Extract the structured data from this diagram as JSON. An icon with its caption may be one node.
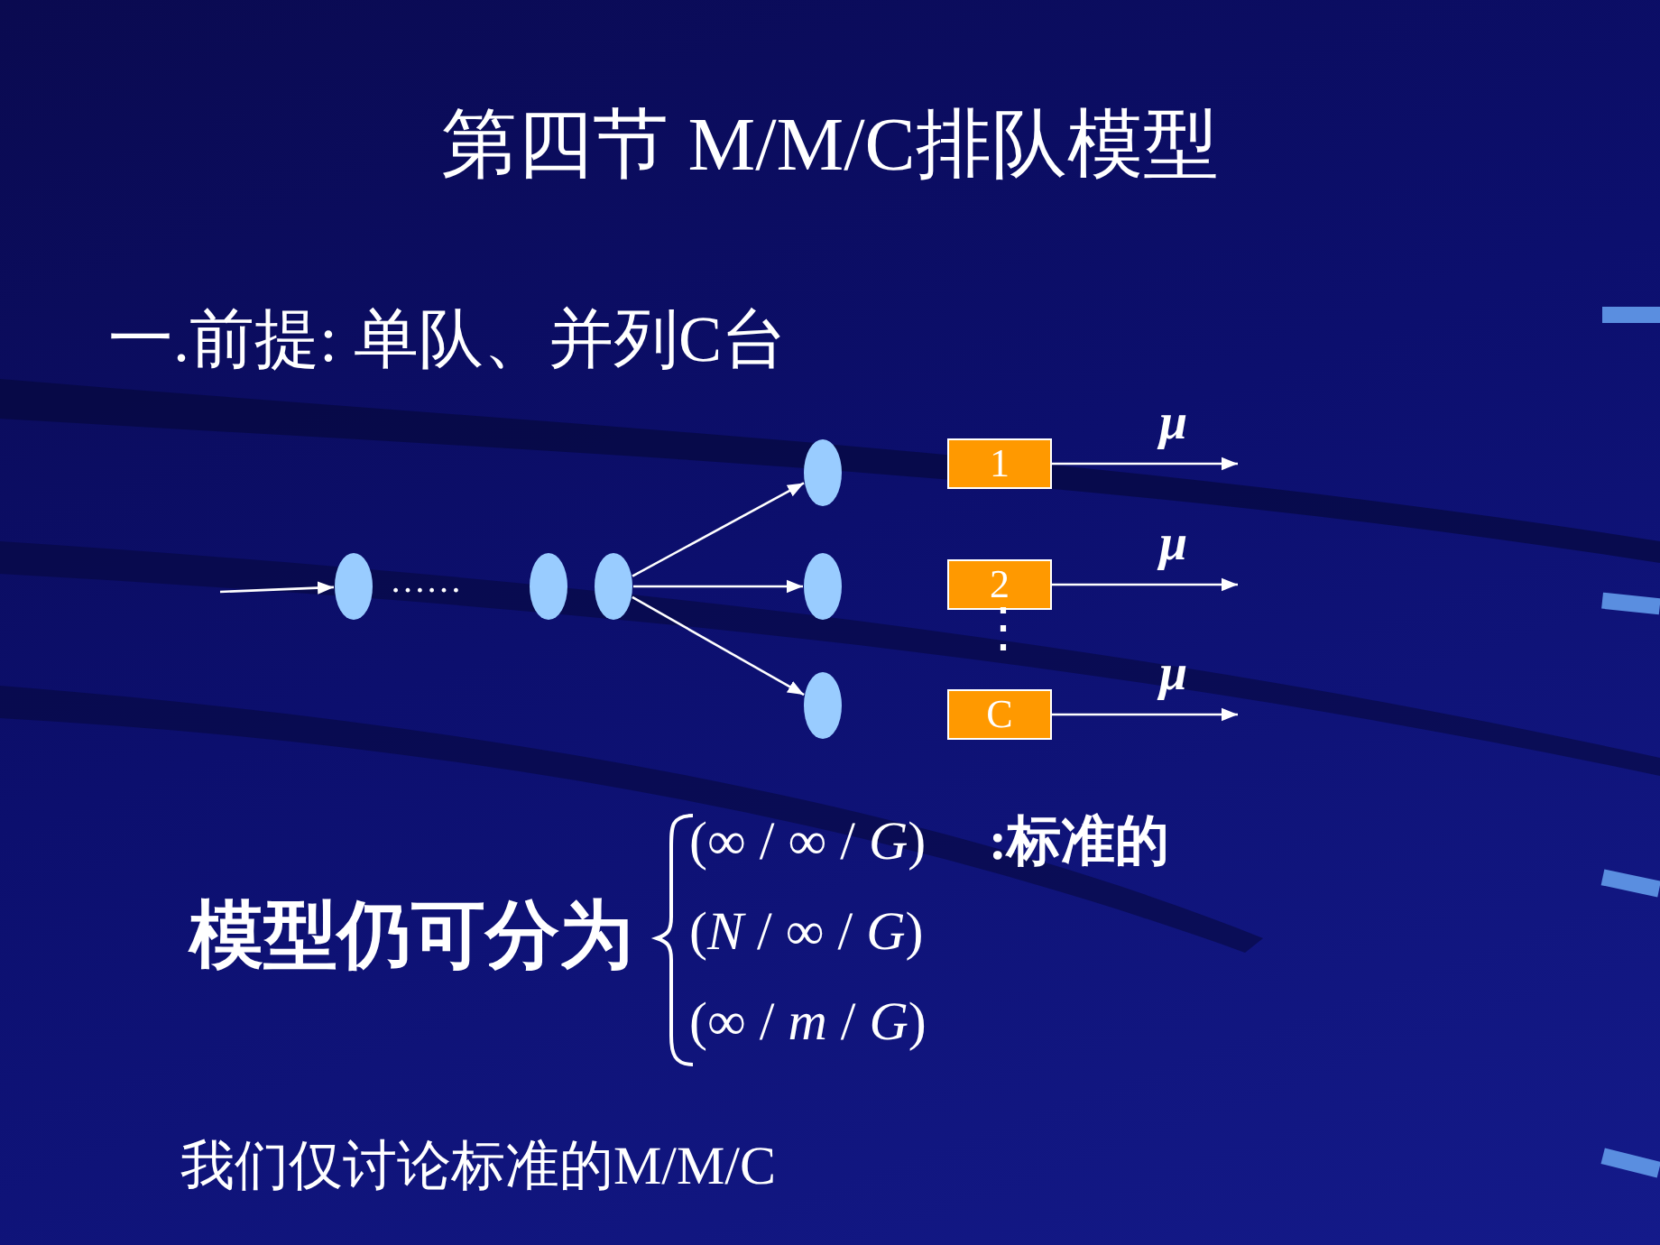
{
  "diagram": {
    "title": "第四节 M/M/C排队模型",
    "nodes": [
      {
        "text": [],
        "shape": "ellipse"
      },
      {
        "text": [],
        "shape": "ellipse"
      },
      {
        "text": [],
        "shape": "ellipse"
      },
      {
        "text": [],
        "shape": "ellipse"
      },
      {
        "text": [],
        "shape": "ellipse"
      },
      {
        "text": [],
        "shape": "ellipse"
      },
      {
        "text": [
          "1"
        ]
      },
      {
        "text": [
          "2"
        ]
      },
      {
        "text": [
          "C"
        ]
      }
    ],
    "edges": [
      {
        "from": null,
        "to": 0,
        "arrow": "to"
      },
      {
        "from": 2,
        "to": 3,
        "arrow": "to"
      },
      {
        "from": 2,
        "to": 4,
        "arrow": "to"
      },
      {
        "from": 2,
        "to": 5,
        "arrow": "to"
      },
      {
        "from": 6,
        "to": null,
        "arrow": "to",
        "label": "μ"
      },
      {
        "from": 7,
        "to": null,
        "arrow": "to",
        "label": "μ"
      },
      {
        "from": 8,
        "to": null,
        "arrow": "to",
        "label": "μ"
      }
    ],
    "labels": [
      "一.前提: 单队、并列C台",
      "……",
      "⋮",
      "模型仍可分为",
      "(∞ / ∞ / *G*)",
      ":标准的",
      "(*N* / ∞ / *G*)",
      "(∞ / *m* / *G*)",
      "我们仅讨论标准的M/M/C"
    ]
  }
}
